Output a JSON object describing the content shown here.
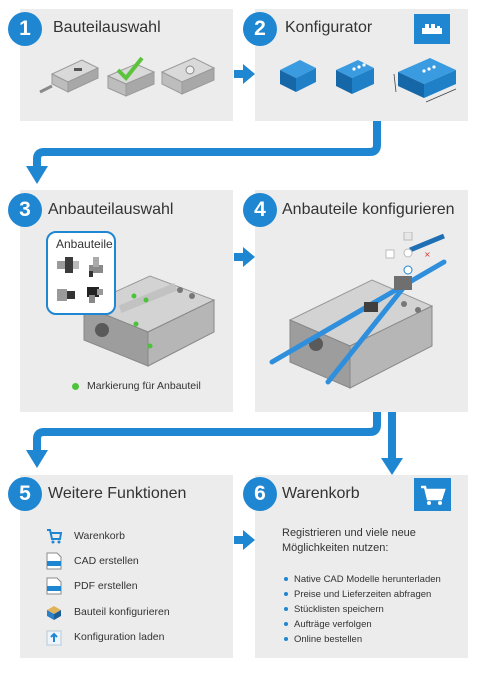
{
  "steps": [
    {
      "number": "1",
      "title": "Bauteilauswahl"
    },
    {
      "number": "2",
      "title": "Konfigurator"
    },
    {
      "number": "3",
      "title": "Anbauteilauswahl"
    },
    {
      "number": "4",
      "title": "Anbauteile konfigurieren"
    },
    {
      "number": "5",
      "title": "Weitere Funktionen"
    },
    {
      "number": "6",
      "title": "Warenkorb"
    }
  ],
  "step3": {
    "callout_title": "Anbauteile",
    "legend": "Markierung für Anbauteil"
  },
  "functions": [
    {
      "label": "Warenkorb",
      "icon": "cart-icon"
    },
    {
      "label": "CAD erstellen",
      "icon": "cad-file-icon"
    },
    {
      "label": "PDF erstellen",
      "icon": "pdf-file-icon"
    },
    {
      "label": "Bauteil konfigurieren",
      "icon": "configure-part-icon"
    },
    {
      "label": "Konfiguration laden",
      "icon": "load-configuration-icon"
    }
  ],
  "cart": {
    "intro": "Registrieren und viele neue Möglichkeiten nutzen:",
    "bullets": [
      "Native CAD Modelle herunterladen",
      "Preise und Lieferzeiten abfragen",
      "Stücklisten speichern",
      "Aufträge verfolgen",
      "Online bestellen"
    ]
  },
  "colors": {
    "accent": "#1f86d1",
    "panel": "#ececec",
    "marker": "#4cc33a"
  }
}
